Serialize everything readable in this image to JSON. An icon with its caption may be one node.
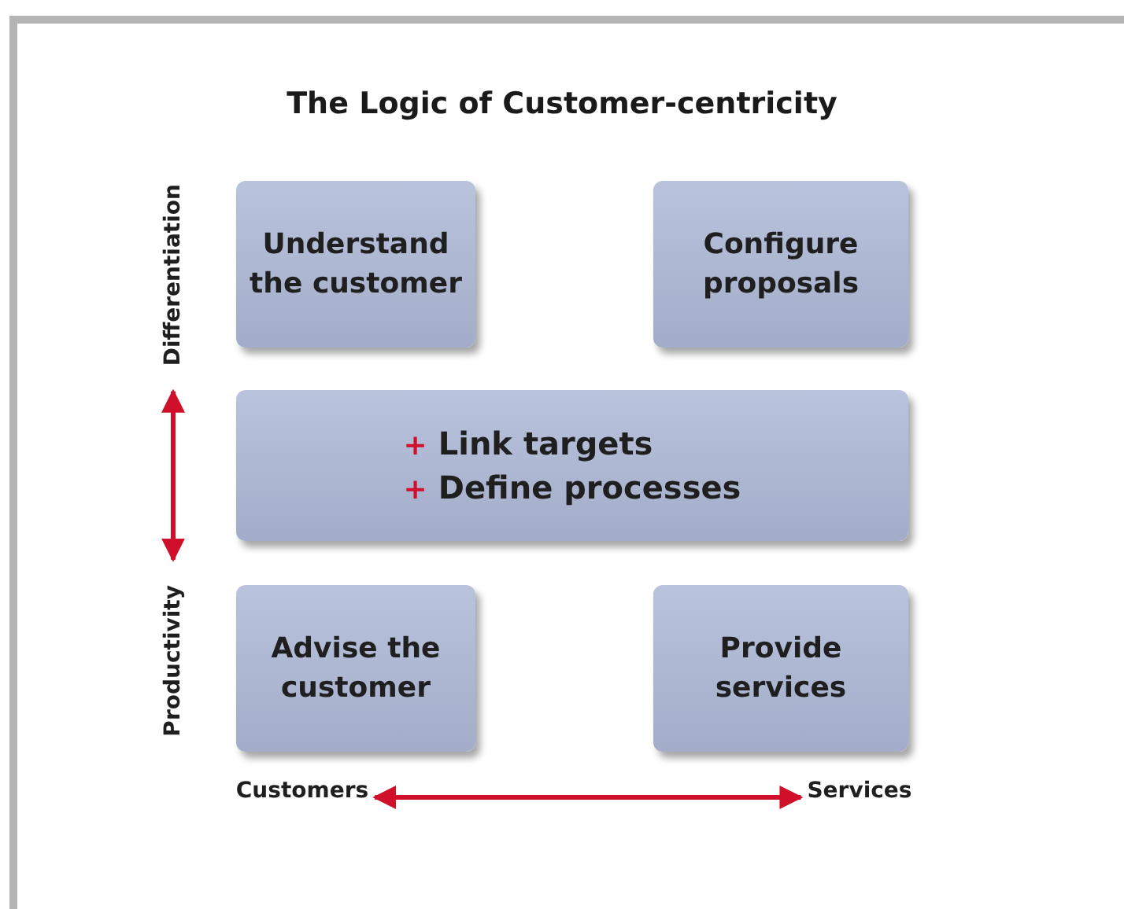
{
  "diagram": {
    "title": "The Logic of Customer-centricity",
    "nodes": [
      {
        "text": [
          "Understand the customer"
        ]
      },
      {
        "text": [
          "Configure proposals"
        ]
      },
      {
        "text": [
          "+ Link targets",
          "+ Define processes"
        ]
      },
      {
        "text": [
          "Advise the customer"
        ]
      },
      {
        "text": [
          "Provide services"
        ]
      },
      {
        "text": [
          "Differentiation"
        ]
      },
      {
        "text": [
          "Productivity"
        ]
      },
      {
        "text": [
          "Customers"
        ]
      },
      {
        "text": [
          "Services"
        ]
      }
    ],
    "edges": [
      {
        "from": 5,
        "to": 6,
        "arrow": "both"
      },
      {
        "from": 7,
        "to": 8,
        "arrow": "both"
      }
    ]
  }
}
